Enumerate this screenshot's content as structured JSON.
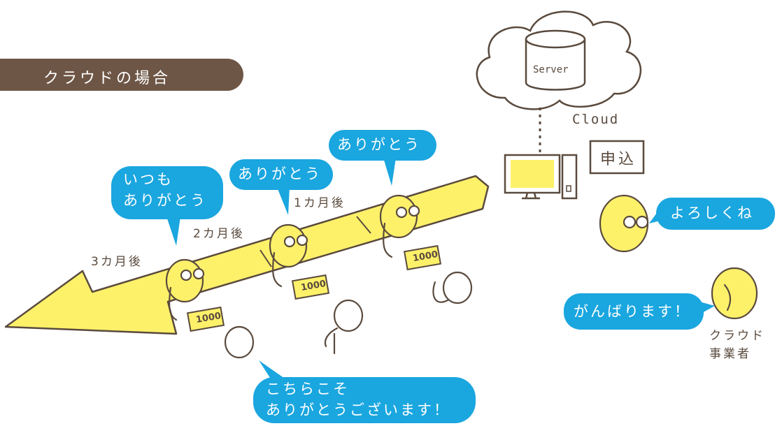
{
  "title": "クラウドの場合",
  "cloud": {
    "server_label": "Server",
    "cloud_label": "Cloud"
  },
  "apply_label": "申込",
  "bubbles": {
    "tsumo_line1": "いつも",
    "tsumo_line2": "ありがとう",
    "thanks_mid": "ありがとう",
    "thanks_top": "ありがとう",
    "yoroshiku": "よろしくね",
    "ganbarimasu": "がんばります！",
    "kochira_line1": "こちらこそ",
    "kochira_line2": "ありがとうございます！"
  },
  "timeline": {
    "one_month": "1カ月後",
    "two_months": "2カ月後",
    "three_months": "3カ月後"
  },
  "payment_amount": "1000",
  "provider": {
    "line1": "クラウド",
    "line2": "事業者"
  },
  "colors": {
    "accent_yellow": "#fdf16a",
    "bubble_blue": "#1aa6df",
    "line_brown": "#5a4a3d",
    "title_bg": "#6e5646"
  }
}
